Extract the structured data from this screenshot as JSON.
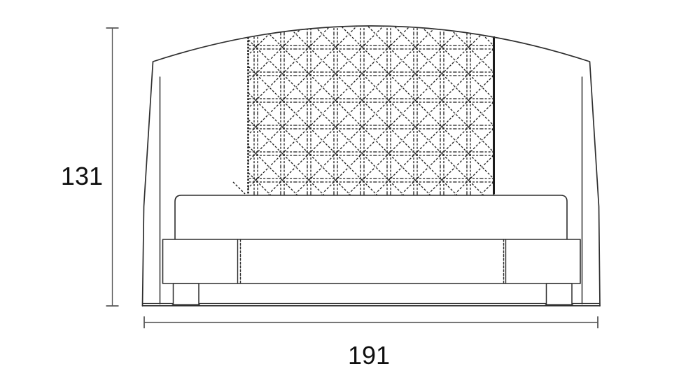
{
  "drawing": {
    "subject": "bed-front-elevation",
    "labels": {
      "height": "131",
      "width": "191"
    },
    "colors": {
      "background": "#ffffff",
      "outline": "#2e2e2e",
      "pattern": "#1b1b1b",
      "dimension": "#575757",
      "text": "#0f0f0f",
      "fill": "#ffffff"
    }
  }
}
